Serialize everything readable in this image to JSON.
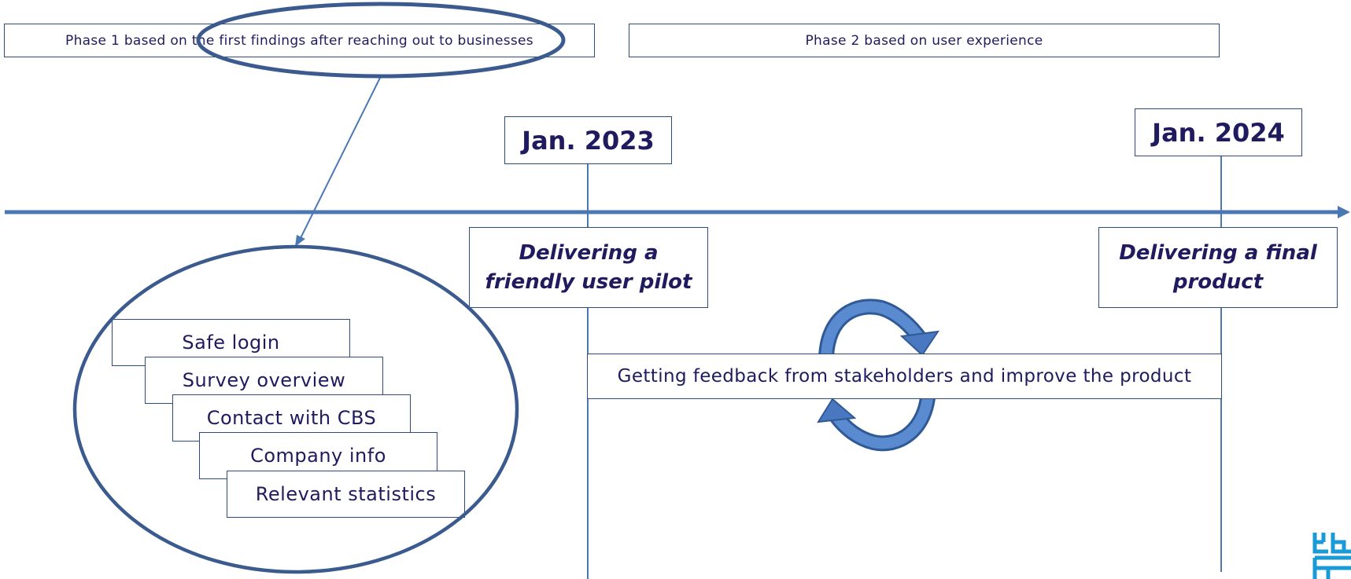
{
  "phases": {
    "phase1": "Phase 1 based on the first findings after reaching out to businesses",
    "phase2": "Phase 2 based on user experience"
  },
  "dates": {
    "date1": "Jan. 2023",
    "date2": "Jan. 2024"
  },
  "milestones": {
    "pilot_line1": "Delivering a",
    "pilot_line2": "friendly user pilot",
    "final_line1": "Delivering a final",
    "final_line2": "product"
  },
  "features": [
    "Safe login",
    "Survey overview",
    "Contact with CBS",
    "Company info",
    "Relevant statistics"
  ],
  "feedback": "Getting feedback from stakeholders and improve the product",
  "colors": {
    "timeline": "#4a78b5",
    "text": "#1f1b5e",
    "box_border": "#2e4a7d",
    "ellipse": "#3b5b8f",
    "cycle_arrow": "#4a78c0",
    "logo": "#1a9bd7"
  },
  "icons": {
    "cycle": "refresh-cycle-icon",
    "logo": "cbs-logo-icon"
  }
}
